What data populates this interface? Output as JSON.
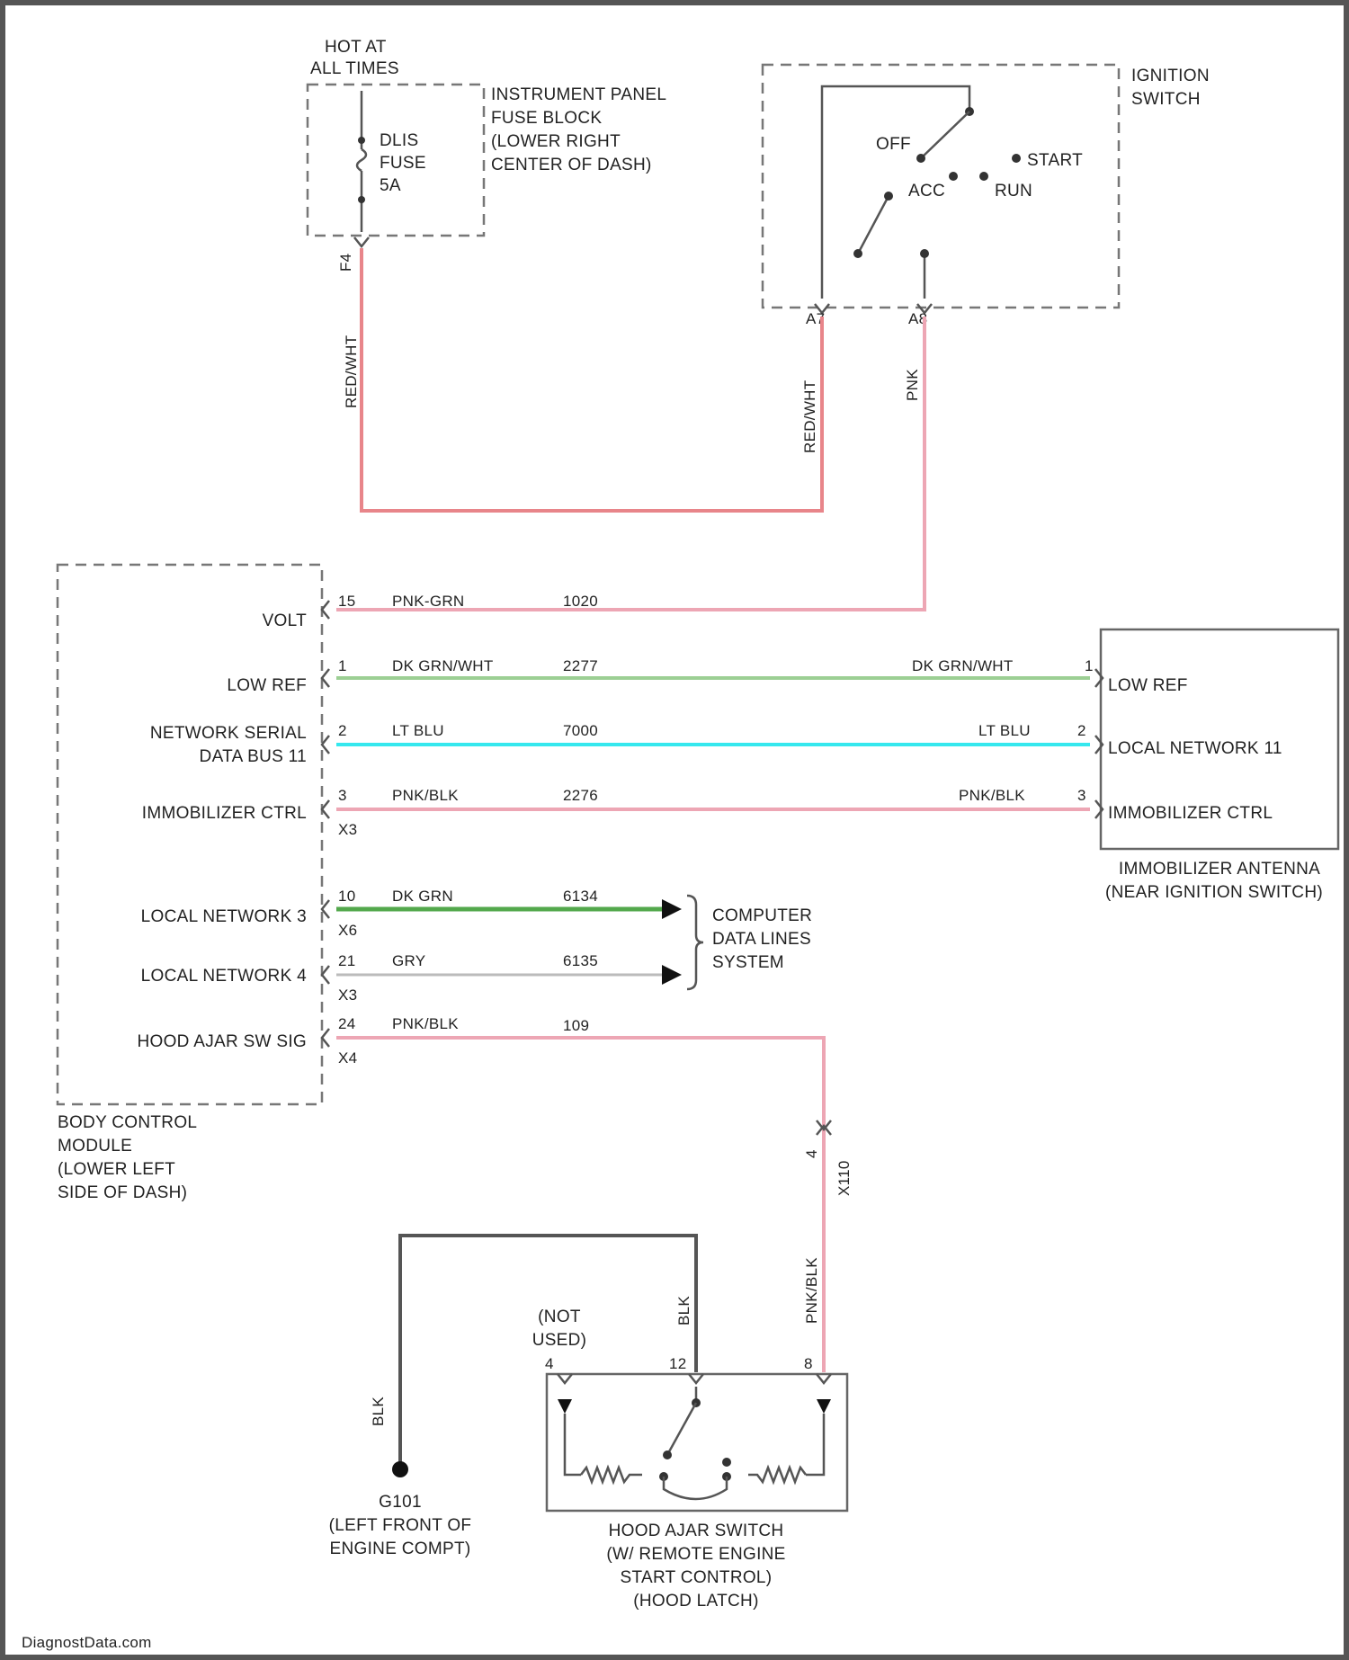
{
  "fuse_block": {
    "hot": [
      "HOT AT",
      "ALL TIMES"
    ],
    "fuse": [
      "DLIS",
      "FUSE",
      "5A"
    ],
    "label": [
      "INSTRUMENT PANEL",
      "FUSE BLOCK",
      "(LOWER RIGHT",
      "CENTER OF DASH)"
    ],
    "pin": "F4"
  },
  "ignition_switch": {
    "label": [
      "IGNITION",
      "SWITCH"
    ],
    "positions": {
      "off": "OFF",
      "acc": "ACC",
      "run": "RUN",
      "start": "START"
    },
    "pin_left": "A7",
    "pin_right": "A8"
  },
  "wires": {
    "red_fuse": "RED/WHT",
    "red_ign": "RED/WHT",
    "pnk_ign": "PNK"
  },
  "bcm": {
    "label": [
      "BODY CONTROL",
      "MODULE",
      "(LOWER LEFT",
      "SIDE OF DASH)"
    ],
    "rows": [
      {
        "signal": "VOLT",
        "pin": "15",
        "conn": "",
        "color": "PNK-GRN",
        "circuit": "1020"
      },
      {
        "signal": "LOW REF",
        "pin": "1",
        "conn": "",
        "color": "DK GRN/WHT",
        "circuit": "2277"
      },
      {
        "signal_lines": [
          "NETWORK SERIAL",
          "DATA BUS 11"
        ],
        "pin": "2",
        "conn": "",
        "color": "LT BLU",
        "circuit": "7000"
      },
      {
        "signal": "IMMOBILIZER CTRL",
        "pin": "3",
        "conn": "X3",
        "color": "PNK/BLK",
        "circuit": "2276"
      },
      {
        "signal": "LOCAL NETWORK 3",
        "pin": "10",
        "conn": "X6",
        "color": "DK GRN",
        "circuit": "6134"
      },
      {
        "signal": "LOCAL NETWORK 4",
        "pin": "21",
        "conn": "X3",
        "color": "GRY",
        "circuit": "6135"
      },
      {
        "signal": "HOOD AJAR SW SIG",
        "pin": "24",
        "conn": "X4",
        "color": "PNK/BLK",
        "circuit": "109"
      }
    ]
  },
  "antenna": {
    "rows": [
      {
        "signal": "LOW REF",
        "pin": "1",
        "color": "DK GRN/WHT"
      },
      {
        "signal": "LOCAL NETWORK 11",
        "pin": "2",
        "color": "LT BLU"
      },
      {
        "signal": "IMMOBILIZER CTRL",
        "pin": "3",
        "color": "PNK/BLK"
      }
    ],
    "label": [
      "IMMOBILIZER ANTENNA",
      "(NEAR IGNITION SWITCH)"
    ]
  },
  "data_lines": [
    "COMPUTER",
    "DATA LINES",
    "SYSTEM"
  ],
  "splice": {
    "pin": "4",
    "id": "X110"
  },
  "hood_switch": {
    "label": [
      "HOOD AJAR SWITCH",
      "(W/ REMOTE ENGINE",
      "START CONTROL)",
      "(HOOD LATCH)"
    ],
    "not_used": [
      "(NOT",
      "USED)"
    ],
    "pin_a": "4",
    "pin_b": "12",
    "pin_c": "8",
    "wire_blk": "BLK",
    "wire_pnk": "PNK/BLK"
  },
  "ground": {
    "wire": "BLK",
    "id": "G101",
    "label": [
      "(LEFT FRONT OF",
      "ENGINE COMPT)"
    ]
  },
  "watermark": "DiagnostData.com",
  "colors": {
    "red": "#e8858a",
    "pink": "#eda6b4",
    "green": "#9ccf94",
    "dk_green": "#53a84c",
    "blue": "#35e8ee",
    "gray": "#bbbbbb"
  }
}
